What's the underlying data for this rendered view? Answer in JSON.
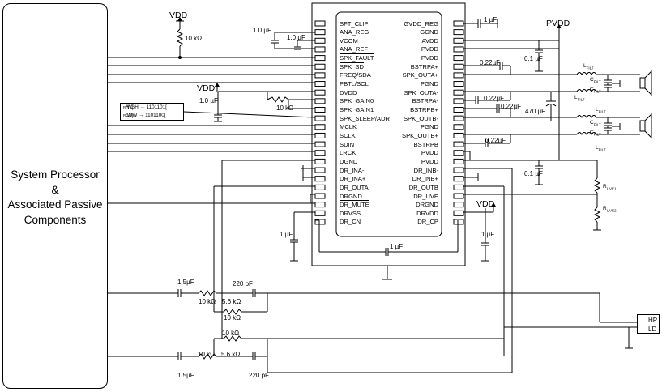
{
  "processor": {
    "lines": [
      "System Processor",
      "&",
      "Associated Passive",
      "Components"
    ]
  },
  "chip": {
    "left_pins": [
      "SFT_CLIP",
      "ANA_REG",
      "VCOM",
      "ANA_REF",
      "SPK_FAULT",
      "SPK_SD",
      "FREQ/SDA",
      "PBTL/SCL",
      "DVDD",
      "SPK_GAIN0",
      "SPK_GAIN1",
      "SPK_SLEEP/ADR",
      "MCLK",
      "SCLK",
      "SDIN",
      "LRCK",
      "DGND",
      "DR_INA-",
      "DR_INA+",
      "DR_OUTA",
      "DRGND",
      "DR_MUTE",
      "DRVSS",
      "DR_CN"
    ],
    "right_pins": [
      "GVDD_REG",
      "GGND",
      "AVDD",
      "PVDD",
      "PVDD",
      "BSTRPA+",
      "SPK_OUTA+",
      "PGND",
      "SPK_OUTA-",
      "BSTRPA-",
      "BSTRPB+",
      "SPK_OUTB-",
      "PGND",
      "SPK_OUTB+",
      "BSTRPB",
      "PVDD",
      "PVDD",
      "DR_INB-",
      "DR_INB+",
      "DR_OUTB",
      "DR_UVE",
      "DRGND",
      "DRVDD",
      "DR_CP"
    ]
  },
  "supplies": {
    "vdd_top": "VDD",
    "vdd_mid": "VDD",
    "vdd_right": "VDD",
    "pvdd": "PVDD"
  },
  "components": {
    "r_pullup": "10 kΩ",
    "c_analog_reg": "1.0 µF",
    "c_vcom": "1.0 µF",
    "c_dvdd": "1.0 µF",
    "r_gain": "10 kΩ",
    "c_gvdd": "1 µF",
    "c_pvdd_top": "0.1 µF",
    "c_bstrpa_plus": "0.22µF",
    "c_bstrpa_minus": "0.22µF",
    "c_bstrpb_plus": "0.22µF",
    "c_bulk": "470 µF",
    "c_bstrpb": "0.22µF",
    "c_pvdd_bottom": "0.1 µF",
    "c_drvss": "1 µF",
    "c_drvdd": "1 µF",
    "c_flying": "1 µF",
    "c_in_a": "1.5µF",
    "r_in_a": "10 kΩ",
    "r_fb_a": "5.6 kΩ",
    "c_fb_a": "220 pF",
    "r_series_a": "10 kΩ",
    "c_in_b": "1.5µF",
    "r_in_b": "10 kΩ",
    "r_fb_b": "5.6 kΩ",
    "c_fb_b": "220 pF",
    "r_series_b": "10 kΩ"
  },
  "filter": {
    "inductor_1": "L",
    "cap_1": "C",
    "inductor_2": "L",
    "cap_2": "C",
    "inductor_3": "L",
    "cap_3": "C",
    "inductor_4": "L",
    "cap_4": "C",
    "subscript": "FILT",
    "r_uve1": "R",
    "r_uve1_sub": "UVE1",
    "r_uve2": "R",
    "r_uve2_sub": "UVE2"
  },
  "gain_box": {
    "high_line": "HIGH → 1101101[",
    "low_line": "LOW → 1101100[",
    "suffix": "/W]",
    "r_sup": "R"
  },
  "headphone": {
    "hp": "HP",
    "ld": "LD"
  }
}
